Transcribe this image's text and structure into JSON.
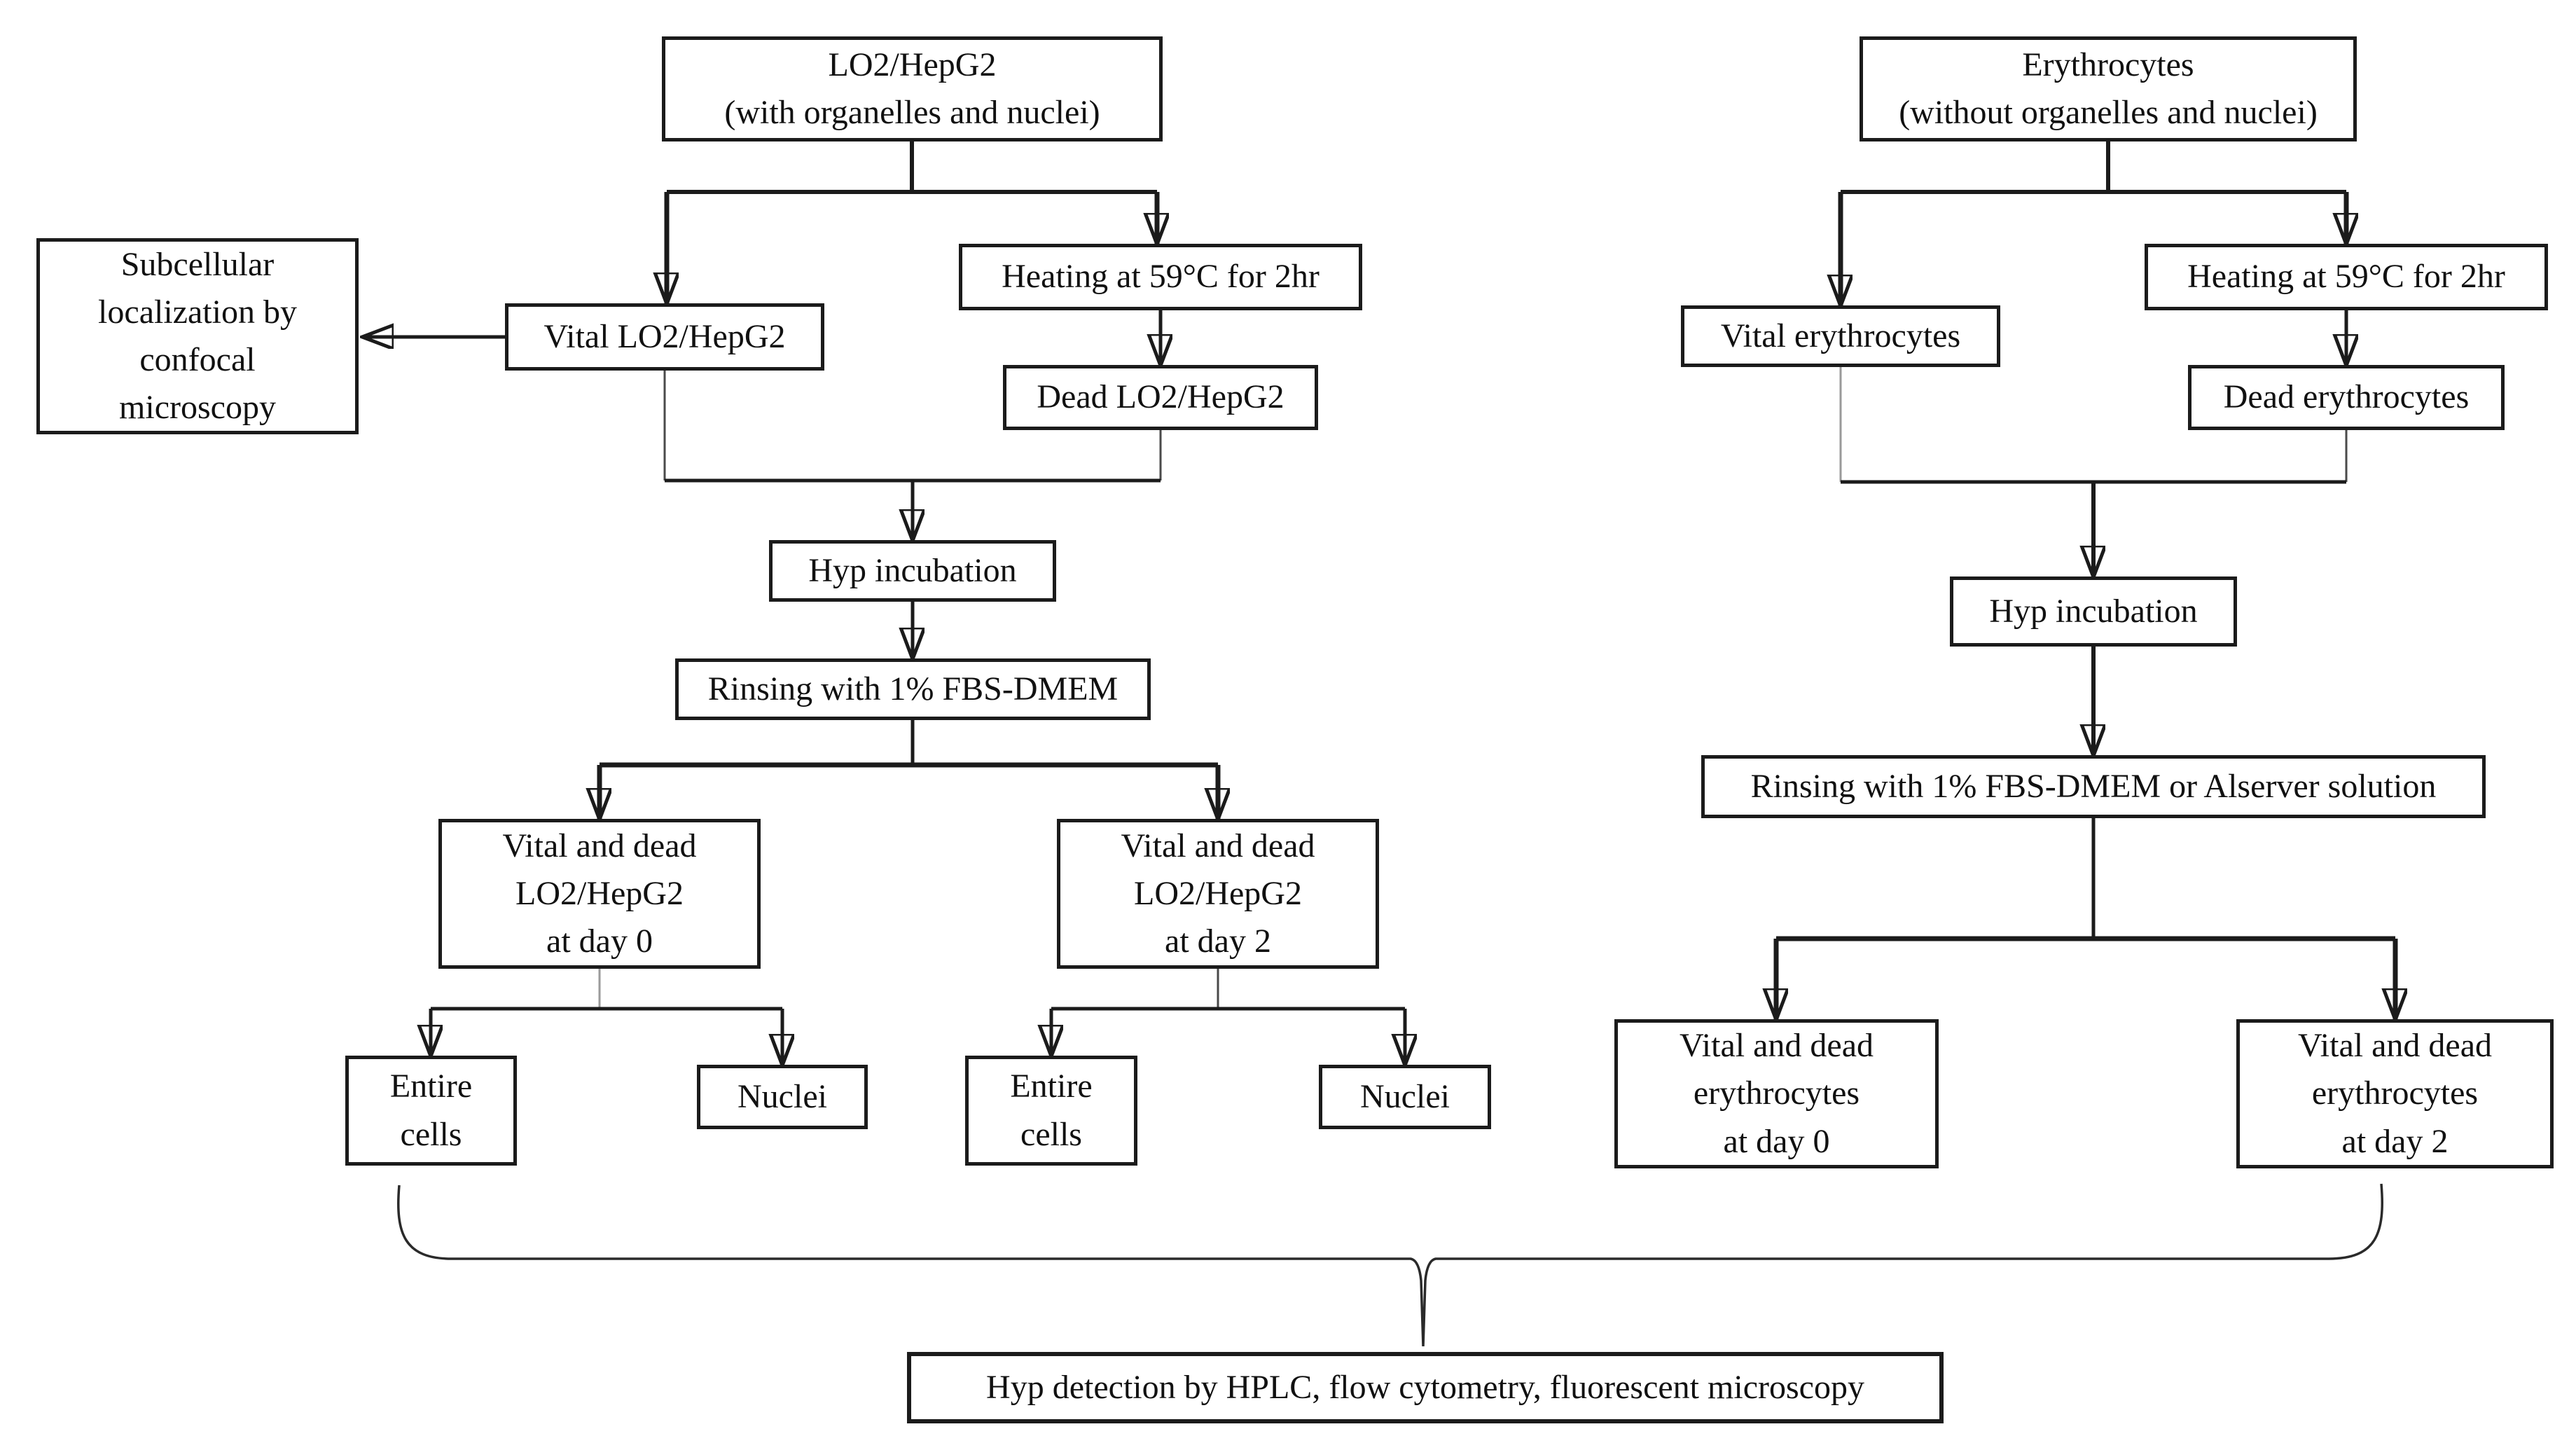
{
  "diagram": {
    "title_semantic": "Hyp experimental workflow flowchart",
    "colors": {
      "ink": "#1b1b1b",
      "background": "#ffffff"
    },
    "nodes": {
      "lo2": {
        "text": "LO2/HepG2\n(with organelles and nuclei)"
      },
      "subcellular": {
        "text": "Subcellular\nlocalization by\nconfocal\nmicroscopy"
      },
      "vital_lo2": {
        "text": "Vital LO2/HepG2"
      },
      "heating_left": {
        "text": "Heating at 59°C for 2hr"
      },
      "dead_lo2": {
        "text": "Dead LO2/HepG2"
      },
      "hyp_incubation_left": {
        "text": "Hyp incubation"
      },
      "rinsing_left": {
        "text": "Rinsing with 1% FBS-DMEM"
      },
      "day0_lo2": {
        "text": "Vital and dead\nLO2/HepG2\nat day 0"
      },
      "day2_lo2": {
        "text": "Vital and dead\nLO2/HepG2\nat day 2"
      },
      "entire_cells_day0": {
        "text": "Entire\ncells"
      },
      "nuclei_day0": {
        "text": "Nuclei"
      },
      "entire_cells_day2": {
        "text": "Entire\ncells"
      },
      "nuclei_day2": {
        "text": "Nuclei"
      },
      "erythrocytes": {
        "text": "Erythrocytes\n(without organelles and nuclei)"
      },
      "vital_ery": {
        "text": "Vital erythrocytes"
      },
      "heating_right": {
        "text": "Heating at 59°C for 2hr"
      },
      "dead_ery": {
        "text": "Dead erythrocytes"
      },
      "hyp_incubation_right": {
        "text": "Hyp incubation"
      },
      "rinsing_right": {
        "text": "Rinsing with 1% FBS-DMEM or Alserver solution"
      },
      "day0_ery": {
        "text": "Vital and dead\nerythrocytes\nat day 0"
      },
      "day2_ery": {
        "text": "Vital and dead\nerythrocytes\nat day 2"
      },
      "detection": {
        "text": "Hyp detection by HPLC, flow cytometry, fluorescent microscopy"
      }
    }
  }
}
